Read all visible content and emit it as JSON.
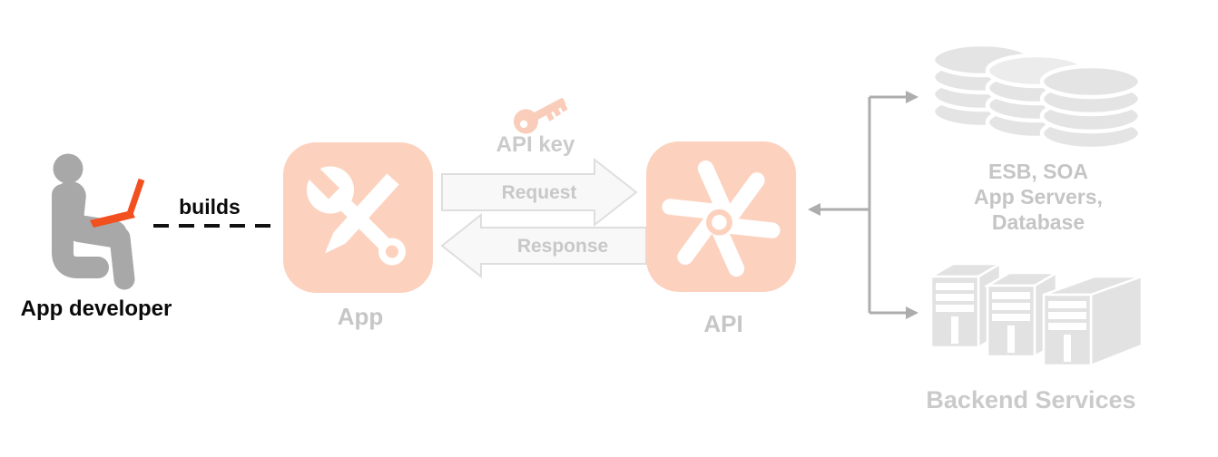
{
  "developer": {
    "label": "App developer",
    "action_label": "builds"
  },
  "nodes": {
    "app": {
      "label": "App"
    },
    "api": {
      "label": "API"
    }
  },
  "auth": {
    "api_key_label": "API key"
  },
  "flows": {
    "request_label": "Request",
    "response_label": "Response"
  },
  "backend": {
    "systems_lines": [
      "ESB, SOA",
      "App Servers,",
      "Database"
    ],
    "services_label": "Backend Services"
  },
  "icons": {
    "developer": "seated-person-with-laptop-icon",
    "app": "wrench-and-pencil-icon",
    "api": "pinwheel-gear-icon",
    "api_key": "key-icon",
    "systems": "database-stack-icon",
    "services": "server-towers-icon"
  },
  "colors": {
    "accent_orange": "#f2501f",
    "node_fill": "#fcd2bf",
    "figure_gray": "#a8a8a8",
    "muted_label": "#c6c6c6",
    "asset_gray": "#e4e4e4",
    "arrow_fill": "#f8f8f8",
    "arrow_stroke": "#dedede",
    "connector_gray": "#adadad",
    "text_black": "#0a0a0a"
  }
}
